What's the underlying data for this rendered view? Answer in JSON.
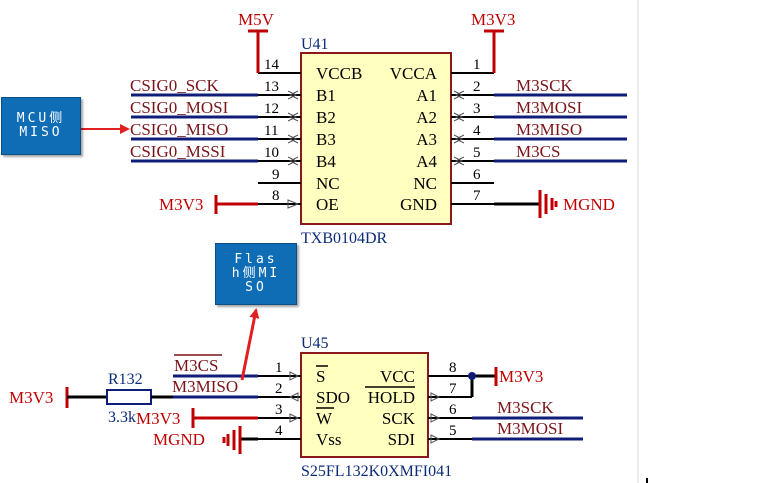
{
  "u41": {
    "ref": "U41",
    "part": "TXB0104DR",
    "left_pins": [
      {
        "num": "14",
        "name": "VCCB"
      },
      {
        "num": "13",
        "name": "B1"
      },
      {
        "num": "12",
        "name": "B2"
      },
      {
        "num": "11",
        "name": "B3"
      },
      {
        "num": "10",
        "name": "B4"
      },
      {
        "num": "9",
        "name": "NC"
      },
      {
        "num": "8",
        "name": "OE"
      }
    ],
    "right_pins": [
      {
        "num": "1",
        "name": "VCCA"
      },
      {
        "num": "2",
        "name": "A1"
      },
      {
        "num": "3",
        "name": "A2"
      },
      {
        "num": "4",
        "name": "A3"
      },
      {
        "num": "5",
        "name": "A4"
      },
      {
        "num": "6",
        "name": "NC"
      },
      {
        "num": "7",
        "name": "GND"
      }
    ],
    "left_nets": [
      "CSIG0_SCK",
      "CSIG0_MOSI",
      "CSIG0_MISO",
      "CSIG0_MSSI"
    ],
    "right_nets": [
      "M3SCK",
      "M3MOSI",
      "M3MISO",
      "M3CS"
    ],
    "power_top_left": "M5V",
    "power_top_right": "M3V3",
    "oe_power": "M3V3",
    "gnd_net": "MGND"
  },
  "u45": {
    "ref": "U45",
    "part": "S25FL132K0XMFI041",
    "left_pins": [
      {
        "num": "1",
        "name": "S"
      },
      {
        "num": "2",
        "name": "SDO"
      },
      {
        "num": "3",
        "name": "W"
      },
      {
        "num": "4",
        "name": "Vss"
      }
    ],
    "right_pins": [
      {
        "num": "8",
        "name": "VCC"
      },
      {
        "num": "7",
        "name": "HOLD"
      },
      {
        "num": "6",
        "name": "SCK"
      },
      {
        "num": "5",
        "name": "SDI"
      }
    ],
    "left_nets": [
      "M3CS",
      "M3MISO",
      "M3V3",
      "MGND"
    ],
    "right_nets": [
      "M3V3",
      "M3SCK",
      "M3MOSI"
    ],
    "vcc_power": "M3V3"
  },
  "r132": {
    "ref": "R132",
    "value": "3.3k",
    "power": "M3V3"
  },
  "notes": {
    "mcu": "MCU侧\nMISO",
    "flash": "Flas\nh侧MI\nSO"
  },
  "colors": {
    "wire": "#0f1c78",
    "power": "#c00000",
    "net_label": "#7a1418",
    "chip_fill": "#ffffc0",
    "note_fill": "#0e6db5",
    "annotation_arrow": "#e02020"
  }
}
